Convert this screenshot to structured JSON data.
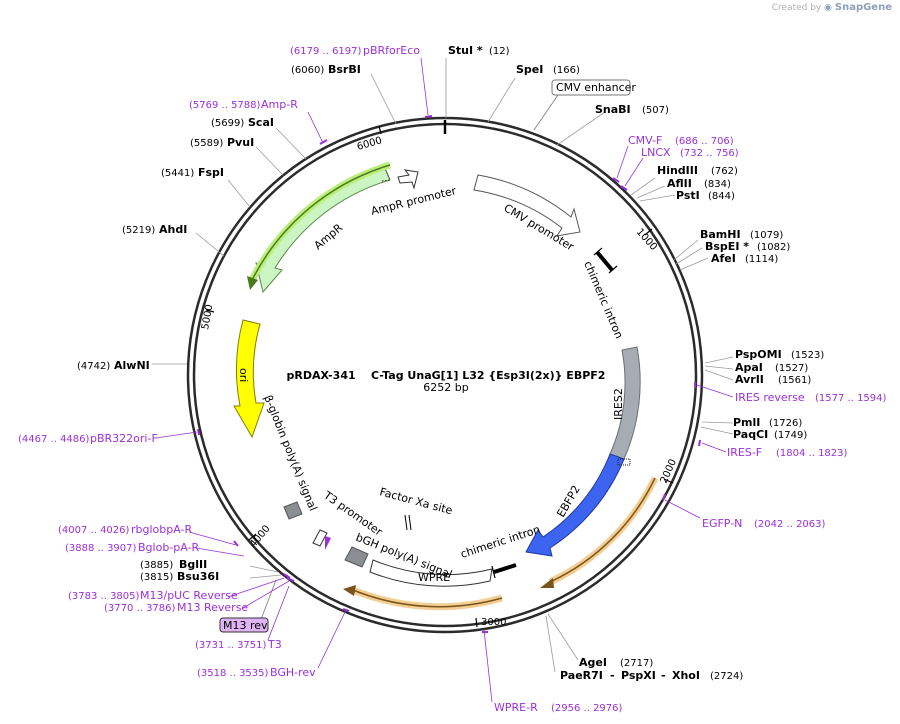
{
  "credit": {
    "prefix": "Created by",
    "brand": "SnapGene"
  },
  "plasmid": {
    "name": "pRDAX-341    C-Tag UnaG[1] L32 {Esp3I(2x)} EBPF2",
    "size": "6252 bp"
  },
  "tick_labels": {
    "t1000": "1000",
    "t2000": "2000",
    "t3000": "3000",
    "t4000": "4000",
    "t5000": "5000",
    "t6000": "6000"
  },
  "enzymes": {
    "stui": {
      "name": "StuI *",
      "pos": "(12)"
    },
    "spei": {
      "name": "SpeI",
      "pos": "(166)"
    },
    "snabi": {
      "name": "SnaBI",
      "pos": "(507)"
    },
    "hindiii": {
      "name": "HindIII",
      "pos": "(762)"
    },
    "aflii": {
      "name": "AflII",
      "pos": "(834)"
    },
    "psti": {
      "name": "PstI",
      "pos": "(844)"
    },
    "bamhi": {
      "name": "BamHI",
      "pos": "(1079)"
    },
    "bspei": {
      "name": "BspEI *",
      "pos": "(1082)"
    },
    "afei": {
      "name": "AfeI",
      "pos": "(1114)"
    },
    "pspomi": {
      "name": "PspOMI",
      "pos": "(1523)"
    },
    "apai": {
      "name": "ApaI",
      "pos": "(1527)"
    },
    "avrii": {
      "name": "AvrII",
      "pos": "(1561)"
    },
    "pmli": {
      "name": "PmlI",
      "pos": "(1726)"
    },
    "paqci": {
      "name": "PaqCI",
      "pos": "(1749)"
    },
    "agei": {
      "name": "AgeI",
      "pos": "(2717)"
    },
    "pae": {
      "name": "PaeR7I",
      "sep1": "-",
      "mid": "PspXI",
      "sep2": "-",
      "last": "XhoI",
      "pos": "(2724)"
    },
    "bglii": {
      "name": "BglII",
      "pos": "(3885)"
    },
    "bsu36i": {
      "name": "Bsu36I",
      "pos": "(3815)"
    },
    "alwni": {
      "name": "AlwNI",
      "pos": "(4742)"
    },
    "ahdi": {
      "name": "AhdI",
      "pos": "(5219)"
    },
    "fspi": {
      "name": "FspI",
      "pos": "(5441)"
    },
    "pvui": {
      "name": "PvuI",
      "pos": "(5589)"
    },
    "scai": {
      "name": "ScaI",
      "pos": "(5699)"
    },
    "bsrbi": {
      "name": "BsrBI",
      "pos": "(6060)"
    }
  },
  "primers": {
    "pbrforeco": {
      "name": "pBRforEco",
      "pos": "(6179 .. 6197)"
    },
    "ampr": {
      "name": "Amp-R",
      "pos": "(5769 .. 5788)"
    },
    "cmvf": {
      "name": "CMV-F",
      "pos": "(686 .. 706)"
    },
    "lncx": {
      "name": "LNCX",
      "pos": "(732 .. 756)"
    },
    "iresrev": {
      "name": "IRES reverse",
      "pos": "(1577 .. 1594)"
    },
    "iresf": {
      "name": "IRES-F",
      "pos": "(1804 .. 1823)"
    },
    "egfpn": {
      "name": "EGFP-N",
      "pos": "(2042 .. 2063)"
    },
    "wprer": {
      "name": "WPRE-R",
      "pos": "(2956 .. 2976)"
    },
    "pbr322ori": {
      "name": "pBR322ori-F",
      "pos": "(4467 .. 4486)"
    },
    "rbglob": {
      "name": "rbglobpA-R",
      "pos": "(4007 .. 4026)"
    },
    "bglob": {
      "name": "Bglob-pA-R",
      "pos": "(3888 .. 3907)"
    },
    "m13puc": {
      "name": "M13/pUC Reverse",
      "pos": "(3783 .. 3805)"
    },
    "m13rev": {
      "name": "M13 Reverse",
      "pos": "(3770 .. 3786)"
    },
    "t3": {
      "name": "T3",
      "pos": "(3731 .. 3751)"
    },
    "bghrev": {
      "name": "BGH-rev",
      "pos": "(3518 .. 3535)"
    }
  },
  "features": {
    "cmv_enhancer": "CMV enhancer",
    "cmv_promoter": "CMV promoter",
    "chimeric_intron_top": "chimeric intron",
    "ires2": "IRES2",
    "ebfp2": "EBFP2",
    "chimeric_intron_bottom": "chimeric intron",
    "wpre": "WPRE",
    "bgh_polya": "bGH poly(A) signal",
    "factor_xa": "Factor Xa site",
    "t3_promoter": "T3 promoter",
    "bglobin_polya": "β-globin poly(A) signal",
    "ori": "ori",
    "ampr": "AmpR",
    "ampr_promoter": "AmpR promoter",
    "m13_rev": "M13 rev"
  },
  "colors": {
    "backbone": "#2b2b2b",
    "primer": "#9b30d9",
    "ampr_fill": "#ccf5c4",
    "ampr_orf_halo": "#b9ef7a",
    "ampr_orf_line": "#4b7a1d",
    "ori_fill": "#ffff00",
    "ires_fill": "#a6acb3",
    "ebfp2_fill": "#3c64f0",
    "orange_halo": "#f3cf95",
    "orange_line": "#7a5418",
    "m13_fill": "#e0b3f5"
  }
}
